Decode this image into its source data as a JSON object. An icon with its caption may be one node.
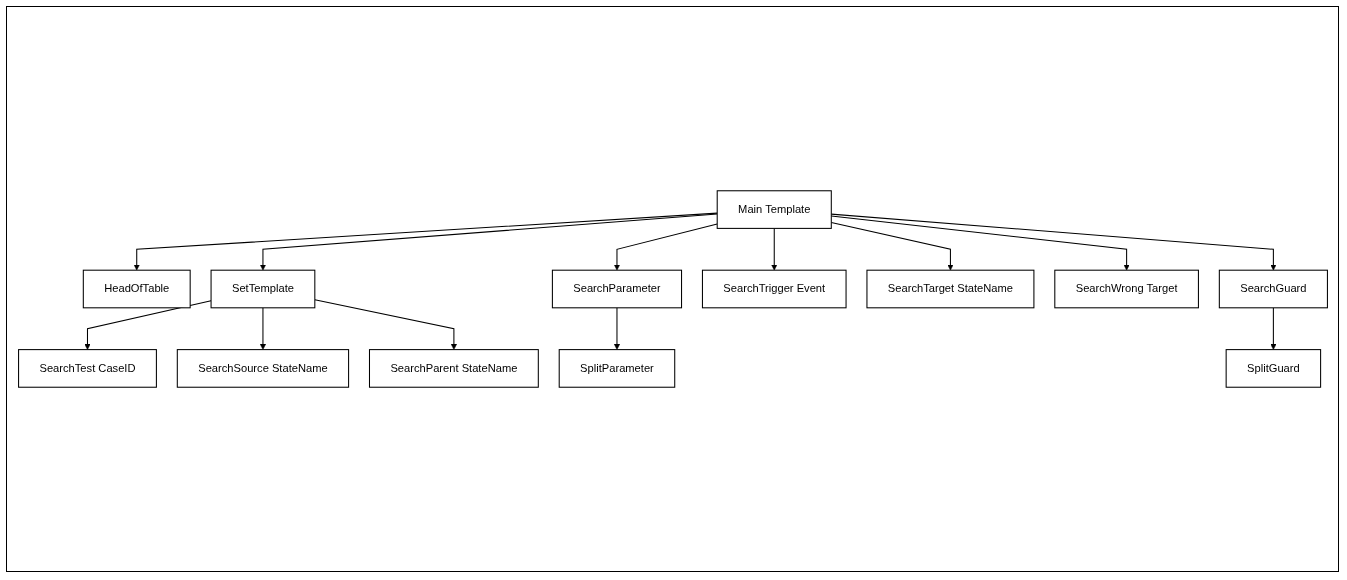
{
  "diagram": {
    "nodes": [
      {
        "text": [
          "Main Template"
        ]
      },
      {
        "text": [
          "HeadOfTable"
        ]
      },
      {
        "text": [
          "SetTemplate"
        ]
      },
      {
        "text": [
          "SearchParameter"
        ]
      },
      {
        "text": [
          "SearchTrigger Event"
        ]
      },
      {
        "text": [
          "SearchTarget StateName"
        ]
      },
      {
        "text": [
          "SearchWrong Target"
        ]
      },
      {
        "text": [
          "SplitParameter"
        ]
      },
      {
        "text": [
          "SearchGuard"
        ]
      },
      {
        "text": [
          "SearchTest CaseID"
        ]
      },
      {
        "text": [
          "SearchSource StateName"
        ]
      },
      {
        "text": [
          "SearchParent StateName"
        ]
      },
      {
        "text": [
          "SplitGuard"
        ]
      }
    ],
    "edges": [
      {
        "from": 0,
        "to": 1,
        "arrow": "to"
      },
      {
        "from": 0,
        "to": 2,
        "arrow": "to"
      },
      {
        "from": 0,
        "to": 3,
        "arrow": "to"
      },
      {
        "from": 0,
        "to": 8,
        "arrow": "to"
      },
      {
        "from": 0,
        "to": 4,
        "arrow": "to"
      },
      {
        "from": 0,
        "to": 5,
        "arrow": "to"
      },
      {
        "from": 0,
        "to": 6,
        "arrow": "to"
      },
      {
        "from": 2,
        "to": 9,
        "arrow": "to"
      },
      {
        "from": 2,
        "to": 10,
        "arrow": "to"
      },
      {
        "from": 2,
        "to": 11,
        "arrow": "to"
      },
      {
        "from": 3,
        "to": 7,
        "arrow": "to"
      },
      {
        "from": 8,
        "to": 12,
        "arrow": "to"
      }
    ]
  }
}
